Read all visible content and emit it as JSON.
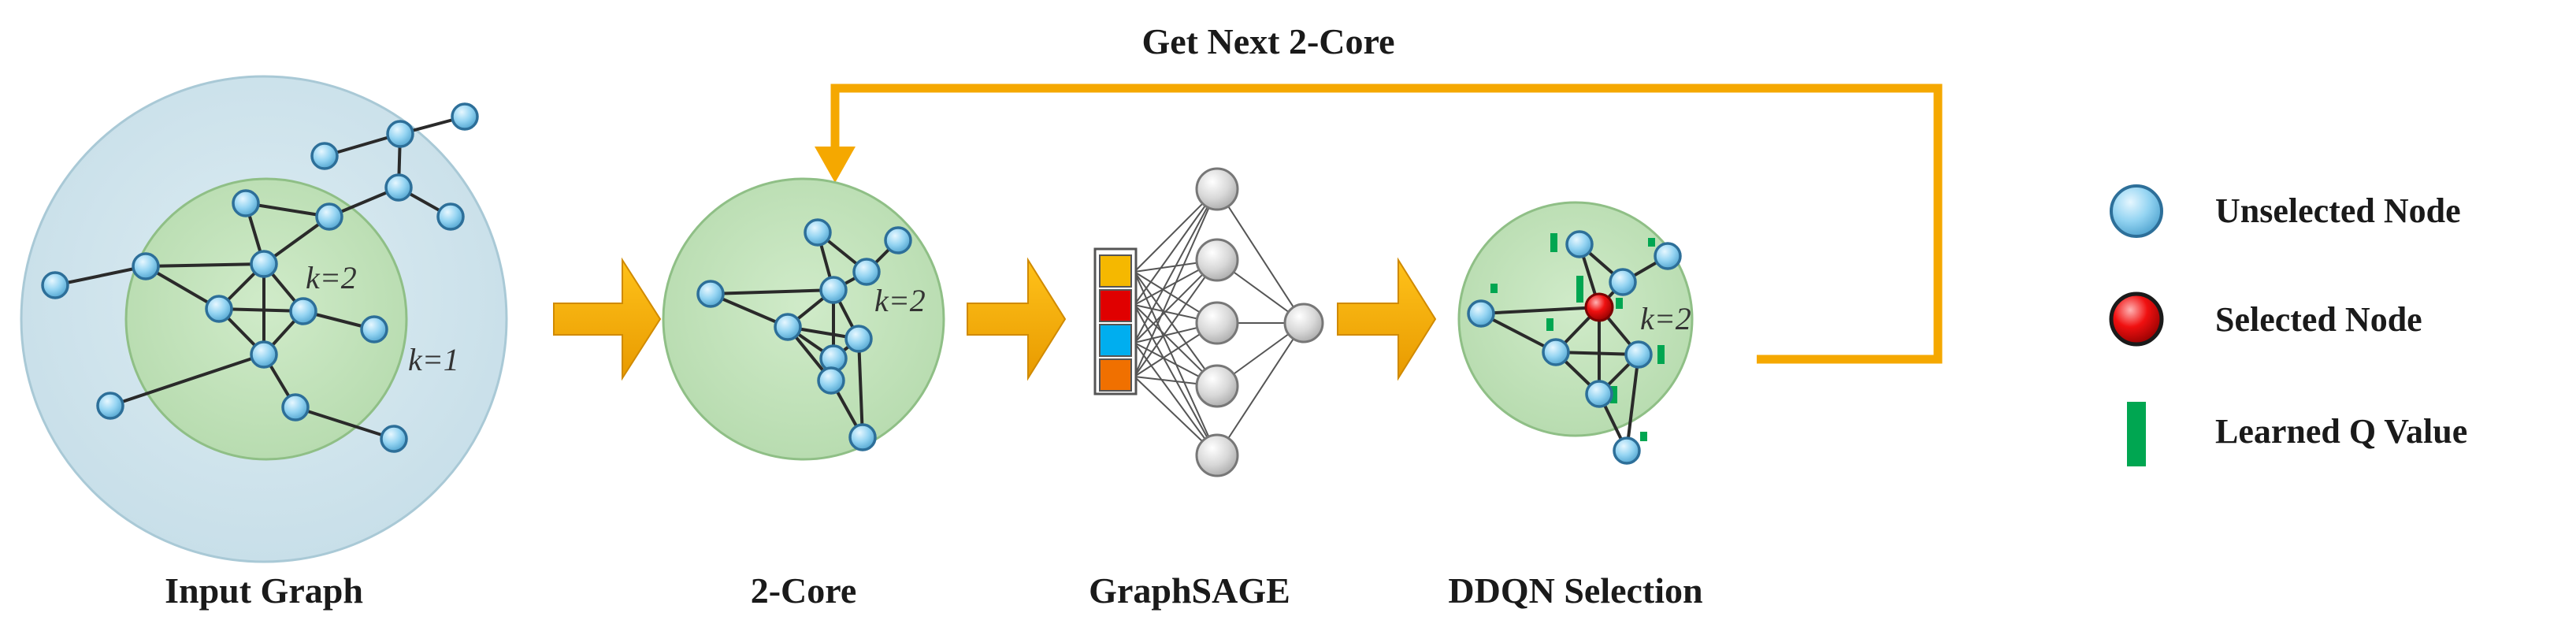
{
  "loop": {
    "label": "Get Next 2-Core"
  },
  "captions": {
    "input": "Input Graph",
    "core": "2-Core",
    "sage": "GraphSAGE",
    "ddqn": "DDQN Selection"
  },
  "k_labels": {
    "inner": "k=2",
    "outer": "k=1"
  },
  "legend": {
    "unselected": "Unselected Node",
    "selected": "Selected Node",
    "qvalue": "Learned Q Value"
  },
  "colors": {
    "outer_circle": "#d3e7ef",
    "core_circle": "#c4e3bf",
    "node_fill": "#8fd1ef",
    "selected_fill": "#e00000",
    "q_bar": "#00a651",
    "arrow": "#f5a800",
    "feature_vector": [
      "#f5b800",
      "#e00000",
      "#00aeef",
      "#f07000"
    ]
  }
}
